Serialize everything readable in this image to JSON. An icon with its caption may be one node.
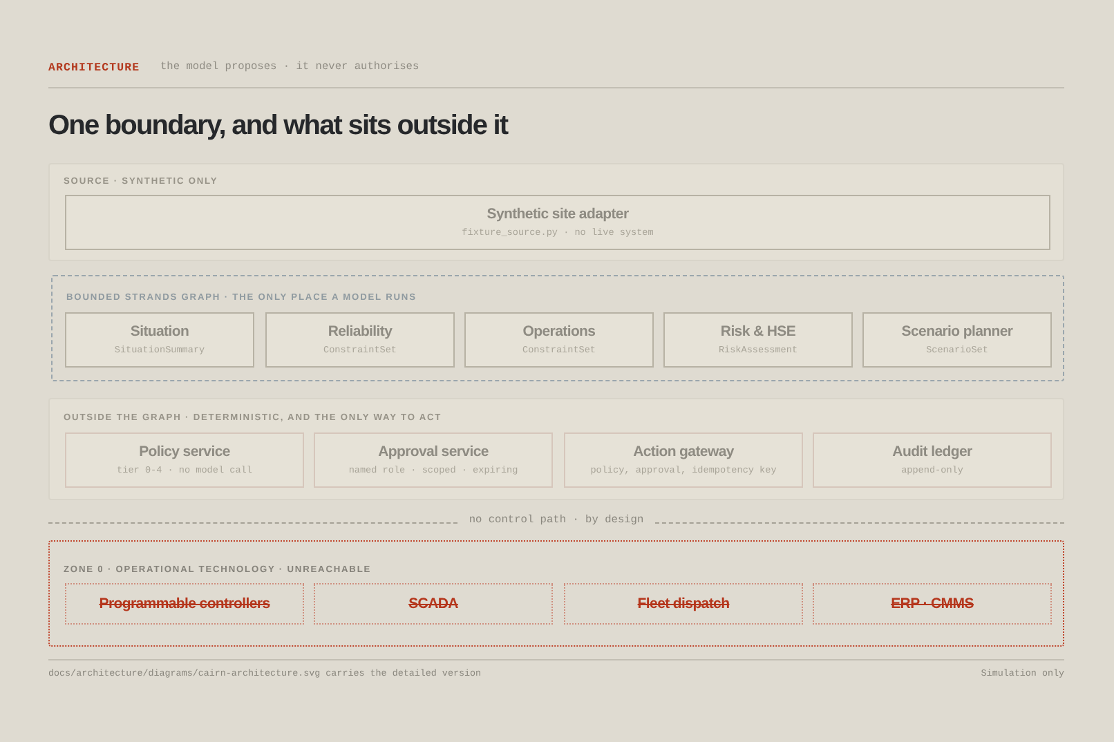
{
  "diagram": {
    "title": "One boundary, and what sits outside it",
    "nodes": [
      {
        "text": [
          "SOURCE · SYNTHETIC ONLY"
        ]
      },
      {
        "text": [
          "Synthetic site adapter",
          "fixture_source.py · no live system"
        ],
        "in": 0
      },
      {
        "text": [
          "BOUNDED STRANDS GRAPH · THE ONLY PLACE A MODEL RUNS"
        ]
      },
      {
        "text": [
          "Situation",
          "SituationSummary"
        ],
        "in": 2
      },
      {
        "text": [
          "Reliability",
          "ConstraintSet"
        ],
        "in": 2
      },
      {
        "text": [
          "Operations",
          "ConstraintSet"
        ],
        "in": 2
      },
      {
        "text": [
          "Risk & HSE",
          "RiskAssessment"
        ],
        "in": 2
      },
      {
        "text": [
          "Scenario planner",
          "ScenarioSet"
        ],
        "in": 2
      },
      {
        "text": [
          "OUTSIDE THE GRAPH · DETERMINISTIC, AND THE ONLY WAY TO ACT"
        ]
      },
      {
        "text": [
          "Policy service",
          "tier 0-4 · no model call"
        ],
        "in": 8
      },
      {
        "text": [
          "Approval service",
          "named role · scoped · expiring"
        ],
        "in": 8
      },
      {
        "text": [
          "Action gateway",
          "policy, approval, idempotency key"
        ],
        "in": 8
      },
      {
        "text": [
          "Audit ledger",
          "append-only"
        ],
        "in": 8
      },
      {
        "text": [
          "ZONE 0 · OPERATIONAL TECHNOLOGY · UNREACHABLE"
        ]
      },
      {
        "text": [
          "Programmable controllers"
        ],
        "in": 13
      },
      {
        "text": [
          "SCADA"
        ],
        "in": 13
      },
      {
        "text": [
          "Fleet dispatch"
        ],
        "in": 13
      },
      {
        "text": [
          "ERP · CMMS"
        ],
        "in": 13
      }
    ],
    "labels": [
      "ARCHITECTURE",
      "the model proposes · it never authorises",
      "no control path · by design",
      "docs/architecture/diagrams/cairn-architecture.svg carries the detailed version",
      "Simulation only"
    ]
  }
}
